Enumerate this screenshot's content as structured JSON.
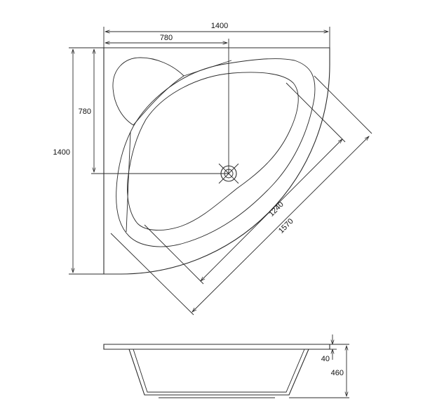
{
  "top_view": {
    "width_label": "1400",
    "half_width_label": "780",
    "height_label": "1400",
    "half_height_label": "780",
    "diagonal_inner_label": "1240",
    "diagonal_outer_label": "1570"
  },
  "side_view": {
    "rim_label": "40",
    "depth_label": "460"
  },
  "colors": {
    "stroke": "#2b2b2b",
    "text": "#111111",
    "background": "#ffffff"
  }
}
